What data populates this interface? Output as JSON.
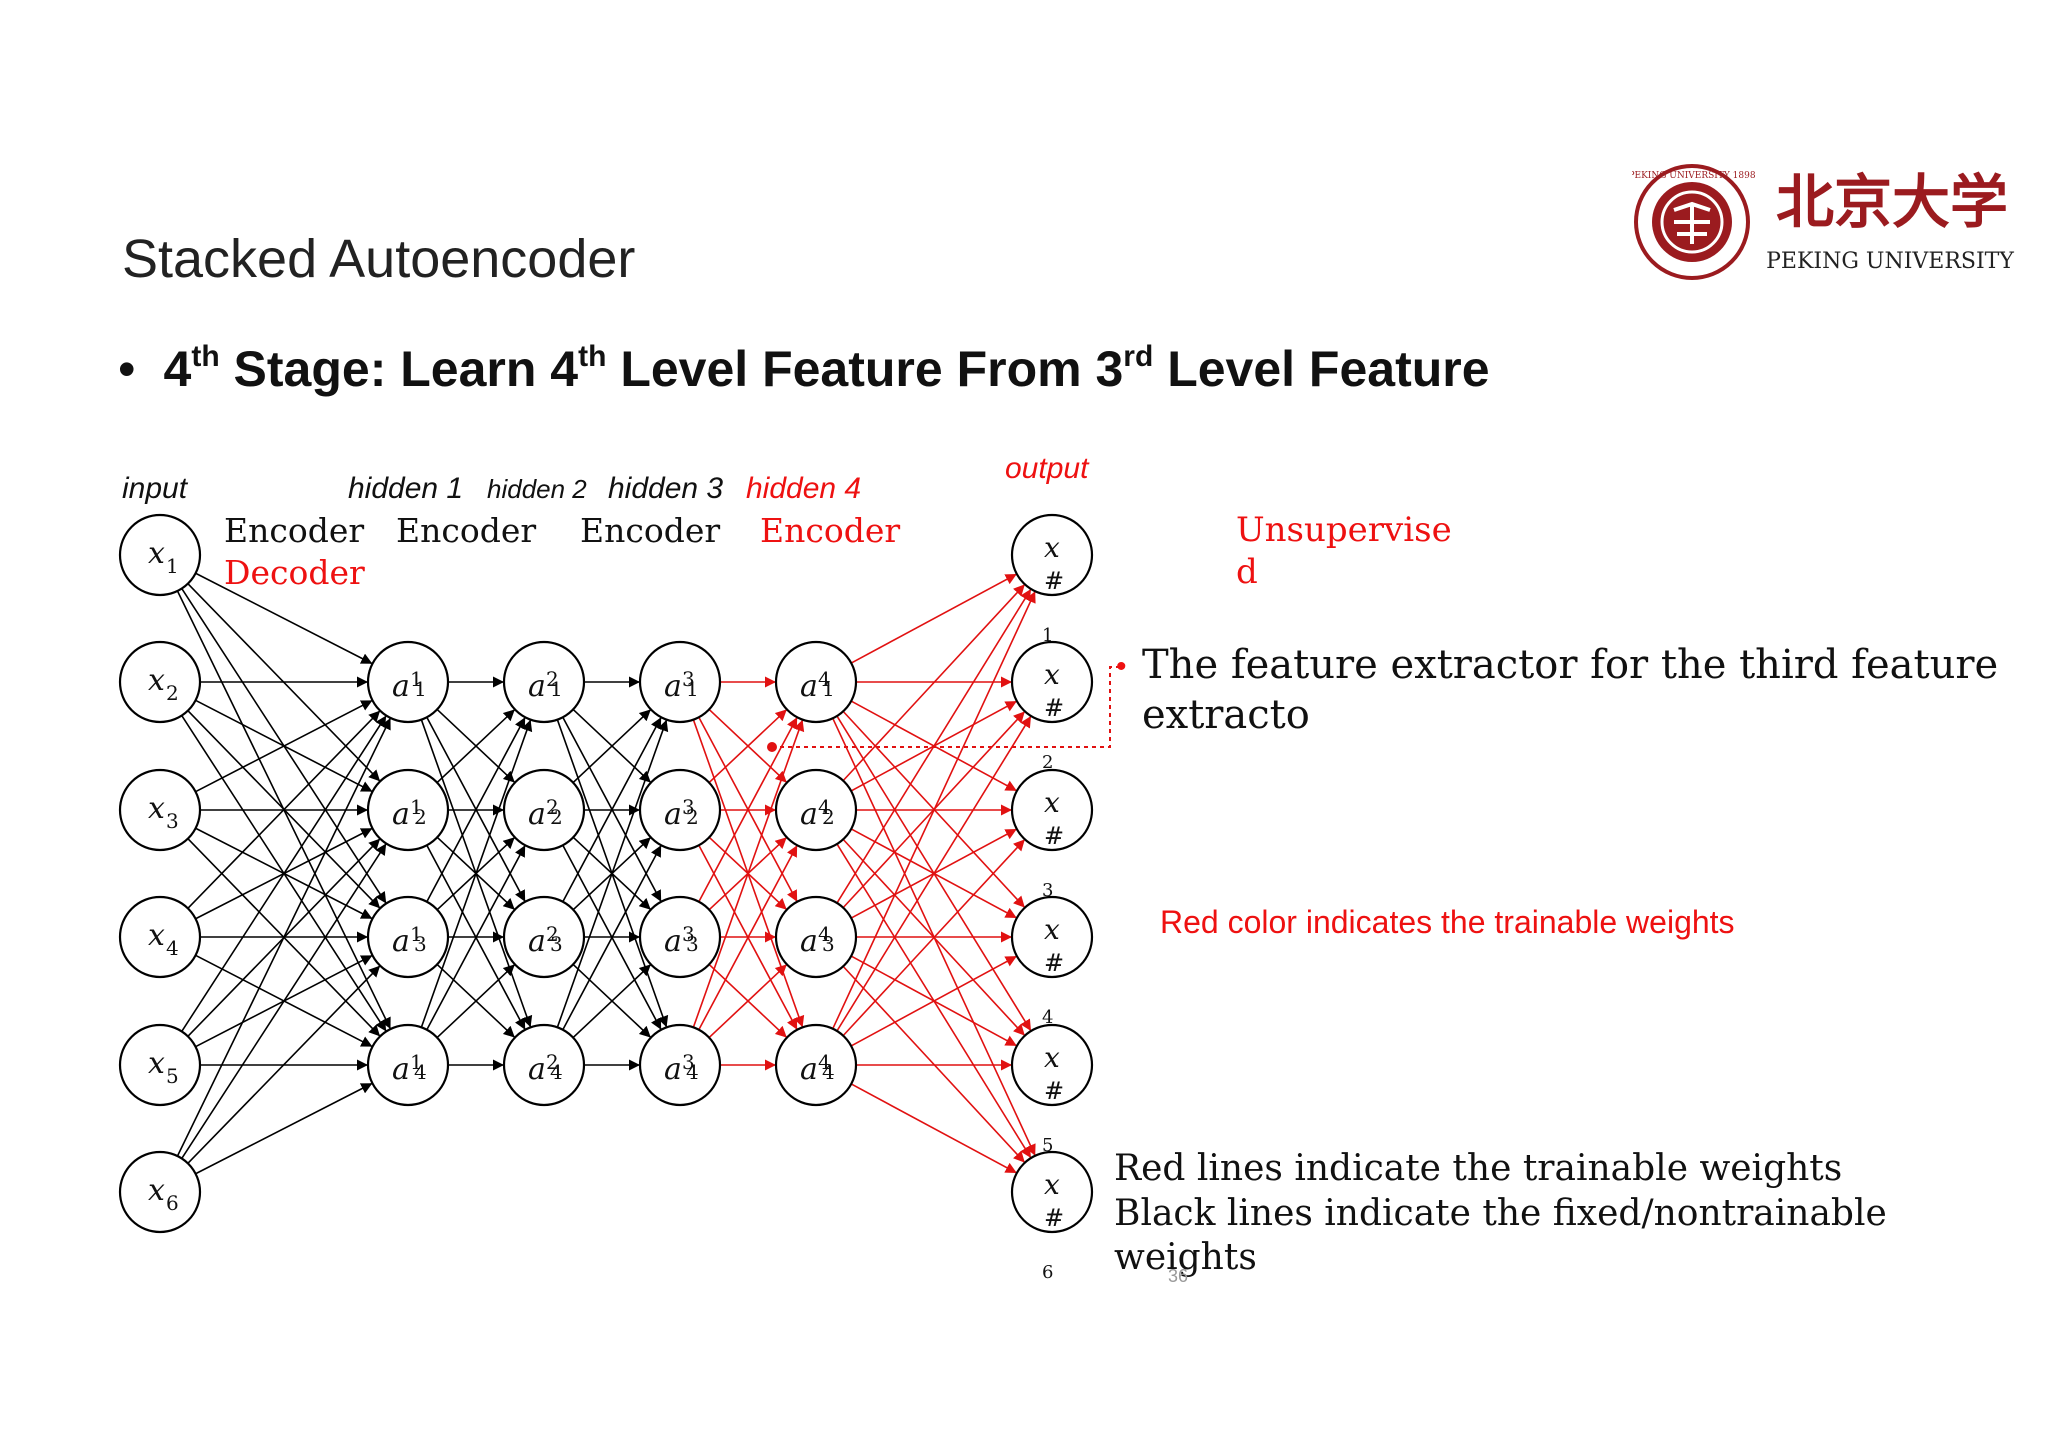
{
  "slide": {
    "title": "Stacked Autoencoder",
    "bullet": {
      "stage_num": "4",
      "stage_sup": "th",
      "text_1": " Stage: Learn 4",
      "sup_1": "th",
      "text_2": " Level Feature From 3",
      "sup_2": "rd",
      "text_3": " Level Feature"
    },
    "page_number": "36"
  },
  "logo": {
    "chinese_name": "北京大学",
    "english_name": "PEKING UNIVERSITY",
    "seal_text": "PEKING UNIVERSITY 1898",
    "primary_color": "#9b1b1f"
  },
  "diagram": {
    "layer_labels": {
      "input": "input",
      "hidden1": "hidden 1",
      "hidden2": "hidden 2",
      "hidden3": "hidden 3",
      "hidden4": "hidden 4",
      "output": "output"
    },
    "stage_labels": {
      "enc1": "Encoder",
      "enc2": "Encoder",
      "enc3": "Encoder",
      "enc4": "Encoder",
      "decoder": "Decoder"
    },
    "input_nodes": [
      {
        "sym": "x",
        "sub": "1"
      },
      {
        "sym": "x",
        "sub": "2"
      },
      {
        "sym": "x",
        "sub": "3"
      },
      {
        "sym": "x",
        "sub": "4"
      },
      {
        "sym": "x",
        "sub": "5"
      },
      {
        "sym": "x",
        "sub": "6"
      }
    ],
    "hidden_layers": [
      {
        "nodes": [
          {
            "sym": "a",
            "sup": "1",
            "sub": "1"
          },
          {
            "sym": "a",
            "sup": "1",
            "sub": "2"
          },
          {
            "sym": "a",
            "sup": "1",
            "sub": "3"
          },
          {
            "sym": "a",
            "sup": "1",
            "sub": "4"
          }
        ]
      },
      {
        "nodes": [
          {
            "sym": "a",
            "sup": "2",
            "sub": "1"
          },
          {
            "sym": "a",
            "sup": "2",
            "sub": "2"
          },
          {
            "sym": "a",
            "sup": "2",
            "sub": "3"
          },
          {
            "sym": "a",
            "sup": "2",
            "sub": "4"
          }
        ]
      },
      {
        "nodes": [
          {
            "sym": "a",
            "sup": "3",
            "sub": "1"
          },
          {
            "sym": "a",
            "sup": "3",
            "sub": "2"
          },
          {
            "sym": "a",
            "sup": "3",
            "sub": "3"
          },
          {
            "sym": "a",
            "sup": "3",
            "sub": "4"
          }
        ]
      },
      {
        "nodes": [
          {
            "sym": "a",
            "sup": "4",
            "sub": "1"
          },
          {
            "sym": "a",
            "sup": "4",
            "sub": "2"
          },
          {
            "sym": "a",
            "sup": "4",
            "sub": "3"
          },
          {
            "sym": "a",
            "sup": "4",
            "sub": "4"
          }
        ]
      }
    ],
    "output_nodes": [
      {
        "sym": "x",
        "mark": "#",
        "sub": "1"
      },
      {
        "sym": "x",
        "mark": "#",
        "sub": "2"
      },
      {
        "sym": "x",
        "mark": "#",
        "sub": "3"
      },
      {
        "sym": "x",
        "mark": "#",
        "sub": "4"
      },
      {
        "sym": "x",
        "mark": "#",
        "sub": "5"
      },
      {
        "sym": "x",
        "mark": "#",
        "sub": "6"
      }
    ],
    "fixed_color": "#000000",
    "trainable_color": "#e11111"
  },
  "notes": {
    "unsupervised_line1": "Unsupervise",
    "unsupervised_line2": "d",
    "feature_line1": "The feature extractor for the third feature",
    "feature_line2": "extracto",
    "red_color_note": "Red color indicates the trainable weights",
    "red_lines_note": "Red lines indicate the trainable weights",
    "black_lines_note_1": "Black lines indicate the fixed/nontrainable",
    "black_lines_note_2": "weights"
  }
}
